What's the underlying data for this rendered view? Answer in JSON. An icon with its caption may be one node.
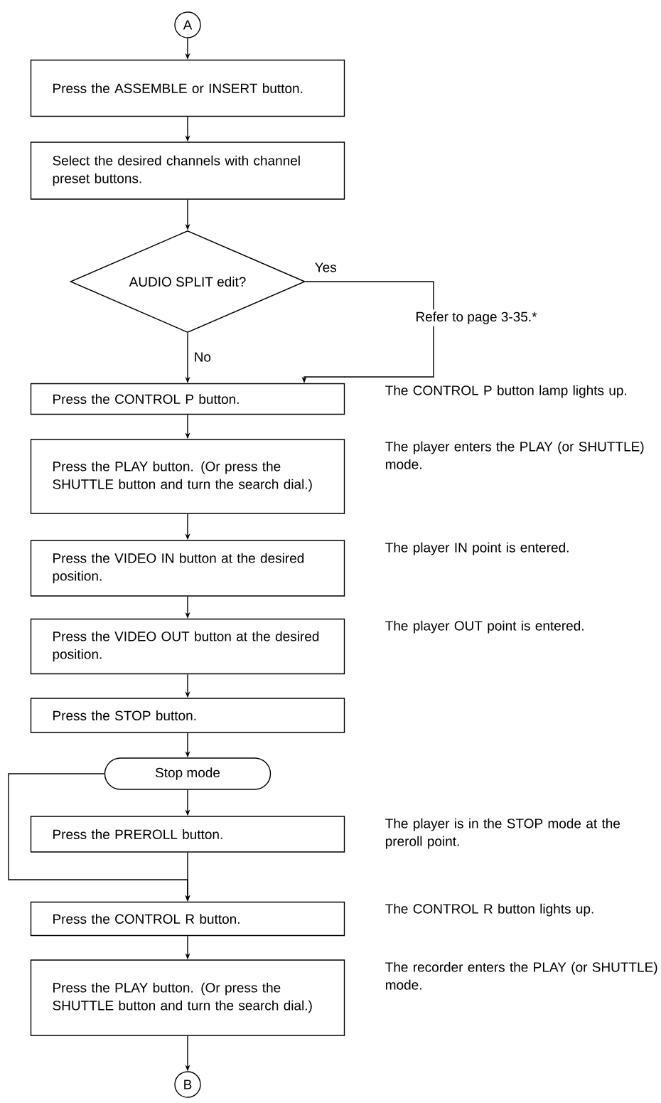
{
  "diagram": {
    "nodes": [
      {
        "text": [
          "A"
        ]
      },
      {
        "text": [
          "Press the ASSEMBLE or INSERT button."
        ]
      },
      {
        "text": [
          "Select the desired channels with channel preset buttons."
        ]
      },
      {
        "text": [
          "AUDIO SPLIT edit?"
        ]
      },
      {
        "text": [
          "Press the CONTROL P button."
        ],
        "beside": [
          "The CONTROL P button lamp lights up."
        ]
      },
      {
        "text": [
          "Press the PLAY button. (Or press the SHUTTLE button and turn the search dial.)"
        ],
        "beside": [
          "The player enters the PLAY (or SHUTTLE) mode."
        ]
      },
      {
        "text": [
          "Press the VIDEO IN button at the desired position."
        ],
        "beside": [
          "The player IN point is entered."
        ]
      },
      {
        "text": [
          "Press the VIDEO OUT button at the desired position."
        ],
        "beside": [
          "The player OUT point is entered."
        ]
      },
      {
        "text": [
          "Press the STOP button."
        ]
      },
      {
        "text": [
          "Stop mode"
        ]
      },
      {
        "text": [
          "Press the PREROLL button."
        ],
        "beside": [
          "The player is in the STOP mode at the preroll point."
        ]
      },
      {
        "text": [
          "Press the CONTROL R button."
        ],
        "beside": [
          "The CONTROL R button lights up."
        ]
      },
      {
        "text": [
          "Press the PLAY button. (Or press the SHUTTLE button and turn the search dial.)"
        ],
        "beside": [
          "The recorder enters the PLAY (or SHUTTLE) mode."
        ]
      },
      {
        "text": [
          "B"
        ]
      }
    ],
    "edges": [
      {
        "from": 0,
        "to": 1,
        "arrow": "to"
      },
      {
        "from": 1,
        "to": 2,
        "arrow": "to"
      },
      {
        "from": 2,
        "to": 3,
        "arrow": "to"
      },
      {
        "from": 3,
        "to": 4,
        "arrow": "to",
        "label": "No"
      },
      {
        "from": 3,
        "to": 4,
        "arrow": "to",
        "label": "Yes"
      },
      {
        "from": 4,
        "to": 5,
        "arrow": "to"
      },
      {
        "from": 5,
        "to": 6,
        "arrow": "to"
      },
      {
        "from": 6,
        "to": 7,
        "arrow": "to"
      },
      {
        "from": 7,
        "to": 8,
        "arrow": "to"
      },
      {
        "from": 8,
        "to": 9,
        "arrow": "to"
      },
      {
        "from": 9,
        "to": 10,
        "arrow": "to"
      },
      {
        "from": 9,
        "to": 11,
        "arrow": "to"
      },
      {
        "from": 10,
        "to": 11,
        "arrow": "to"
      },
      {
        "from": 11,
        "to": 12,
        "arrow": "to"
      },
      {
        "from": 12,
        "to": 13,
        "arrow": "to"
      }
    ],
    "labels": [
      "Refer to page 3-35.*"
    ]
  }
}
